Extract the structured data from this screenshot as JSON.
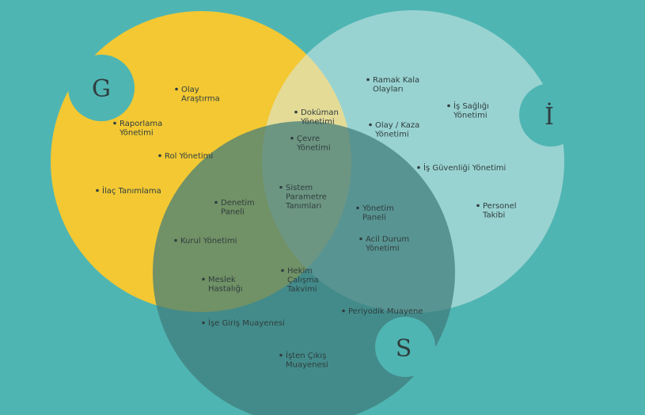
{
  "colors": {
    "background": "#4fb5b3",
    "g_circle": "#f3c833",
    "i_circle": "#d7ebe9",
    "s_circle": "#3f7b7a"
  },
  "circles": {
    "g": {
      "letter": "G"
    },
    "i": {
      "letter": "İ"
    },
    "s": {
      "letter": "S"
    }
  },
  "items": [
    {
      "name": "olay-arastirma",
      "lines": [
        "Olay",
        "Araştırma"
      ]
    },
    {
      "name": "raporlama-yonetimi",
      "lines": [
        "Raporlama",
        "Yönetimi"
      ]
    },
    {
      "name": "rol-yonetimi",
      "lines": [
        "Rol Yönetimi"
      ]
    },
    {
      "name": "ilac-tanimlama",
      "lines": [
        "İlaç Tanımlama"
      ]
    },
    {
      "name": "dokuman-yonetimi",
      "lines": [
        "Doküman",
        "Yönetimi"
      ]
    },
    {
      "name": "cevre-yonetimi",
      "lines": [
        "Çevre",
        "Yönetimi"
      ]
    },
    {
      "name": "sistem-parametre-tanimlari",
      "lines": [
        "Sistem",
        "Parametre",
        "Tanımları"
      ]
    },
    {
      "name": "ramak-kala-olaylari",
      "lines": [
        "Ramak Kala",
        "Olayları"
      ]
    },
    {
      "name": "is-sagligi-yonetimi",
      "lines": [
        "İş Sağlığı",
        "Yönetimi"
      ]
    },
    {
      "name": "olay-kaza-yonetimi",
      "lines": [
        "Olay / Kaza",
        "Yönetimi"
      ]
    },
    {
      "name": "is-guvenligi-yonetimi",
      "lines": [
        "İş Güvenliği Yönetimi"
      ]
    },
    {
      "name": "personel-takibi",
      "lines": [
        "Personel",
        "Takibi"
      ]
    },
    {
      "name": "yonetim-paneli",
      "lines": [
        "Yönetim",
        "Paneli"
      ]
    },
    {
      "name": "acil-durum-yonetimi",
      "lines": [
        "Acil Durum",
        "Yönetimi"
      ]
    },
    {
      "name": "denetim-paneli",
      "lines": [
        "Denetim",
        "Paneli"
      ]
    },
    {
      "name": "kurul-yonetimi",
      "lines": [
        "Kurul Yönetimi"
      ]
    },
    {
      "name": "meslek-hastaligi",
      "lines": [
        "Meslek",
        "Hastalığı"
      ]
    },
    {
      "name": "hekim-calisma-takvimi",
      "lines": [
        "Hekim",
        "Çalışma",
        "Takvimi"
      ]
    },
    {
      "name": "periyodik-muayene",
      "lines": [
        "Periyodik Muayene"
      ]
    },
    {
      "name": "ise-giris-muayenesi",
      "lines": [
        "İşe Giriş Muayenesi"
      ]
    },
    {
      "name": "isten-cikis-muayenesi",
      "lines": [
        "İşten Çıkış",
        "Muayenesi"
      ]
    }
  ]
}
